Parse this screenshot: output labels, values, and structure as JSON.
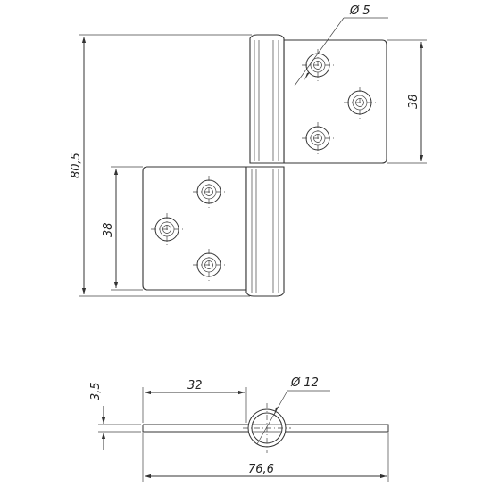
{
  "drawing": {
    "dimensions": {
      "hole_diameter": "Ø 5",
      "total_height": "80,5",
      "leaf_height_right": "38",
      "leaf_height_left": "38",
      "thickness": "3,5",
      "leaf_width": "32",
      "knuckle_diameter": "Ø 12",
      "total_width": "76,6"
    }
  }
}
